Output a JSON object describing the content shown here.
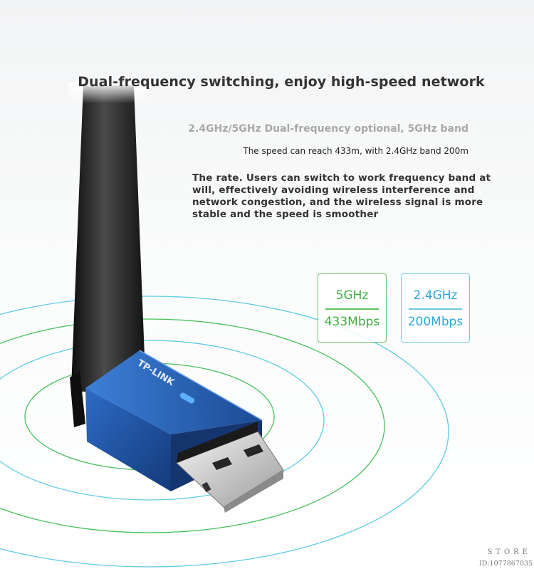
{
  "headline": "Dual-frequency switching, enjoy high-speed network",
  "subheading_1": "2.4GHz/5GHz Dual-frequency optional, 5GHz band",
  "subheading_2": "The speed can reach 433m, with 2.4GHz band 200m",
  "description": "The rate. Users can switch to work frequency band at will, effectively avoiding wireless interference and network congestion, and the wireless signal is more stable and the speed is smoother",
  "bands": [
    {
      "frequency": "5GHz",
      "rate": "433Mbps",
      "color": "#3fae3f"
    },
    {
      "frequency": "2.4GHz",
      "rate": "200Mbps",
      "color": "#2da6d9"
    }
  ],
  "device": {
    "brand_label": "TP-LINK",
    "body_color": "#1f4f9c",
    "antenna_color": "#1a1a1a",
    "led_color": "#5fb0ff"
  },
  "signal_ring_colors": [
    "#46c05a",
    "#5ecbe6"
  ],
  "watermark": {
    "store_label": "STORE",
    "store_id": "ID:1077867035"
  }
}
